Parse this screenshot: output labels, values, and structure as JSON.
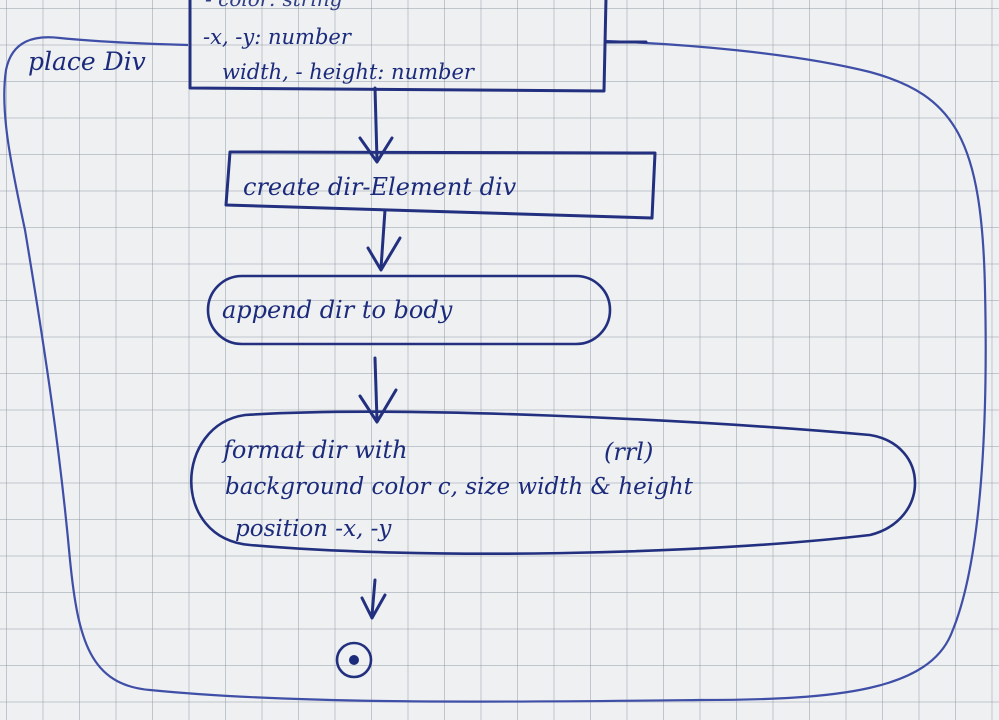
{
  "colors": {
    "ink": "#1b2a7a",
    "frame": "#3f4ea6",
    "paper": "#eef0f2",
    "grid": "#8a94a3"
  },
  "activity": {
    "name": "place Div",
    "parameters": [
      "- color: string",
      "-x, -y: number",
      "width, - height: number"
    ]
  },
  "nodes": {
    "create": "create dir-Element div",
    "append": "append dir to body",
    "format": {
      "line1": "format dir with",
      "marker": "(rrl)",
      "line2": "background color c, size width & height",
      "line3": "position -x, -y"
    }
  },
  "final_node": "final-node-icon"
}
